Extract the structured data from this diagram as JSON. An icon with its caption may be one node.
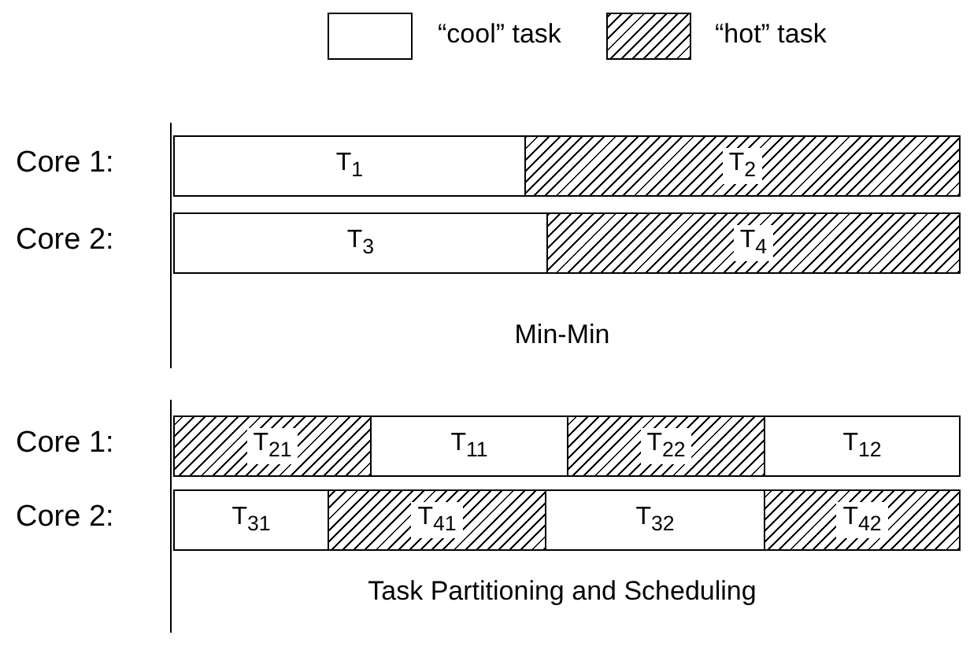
{
  "diagram": {
    "nodes": [
      {
        "text": [
          "T$_{1}$"
        ]
      },
      {
        "text": [
          "T$_{2}$"
        ]
      },
      {
        "text": [
          "T$_{3}$"
        ]
      },
      {
        "text": [
          "T$_{4}$"
        ]
      },
      {
        "text": [
          "T$_{21}$"
        ]
      },
      {
        "text": [
          "T$_{11}$"
        ]
      },
      {
        "text": [
          "T$_{22}$"
        ]
      },
      {
        "text": [
          "T$_{12}$"
        ]
      },
      {
        "text": [
          "T$_{31}$"
        ]
      },
      {
        "text": [
          "T$_{41}$"
        ]
      },
      {
        "text": [
          "T$_{32}$"
        ]
      },
      {
        "text": [
          "T$_{42}$"
        ]
      }
    ],
    "labels": [
      "Core 1:",
      "Core 2:",
      "Min-Min",
      "Core 1:",
      "Core 2:",
      "Task Partitioning and Scheduling"
    ],
    "legend": [
      {
        "text": "“cool” task",
        "color": "#ffffff"
      },
      {
        "text": "“hot” task"
      }
    ]
  }
}
